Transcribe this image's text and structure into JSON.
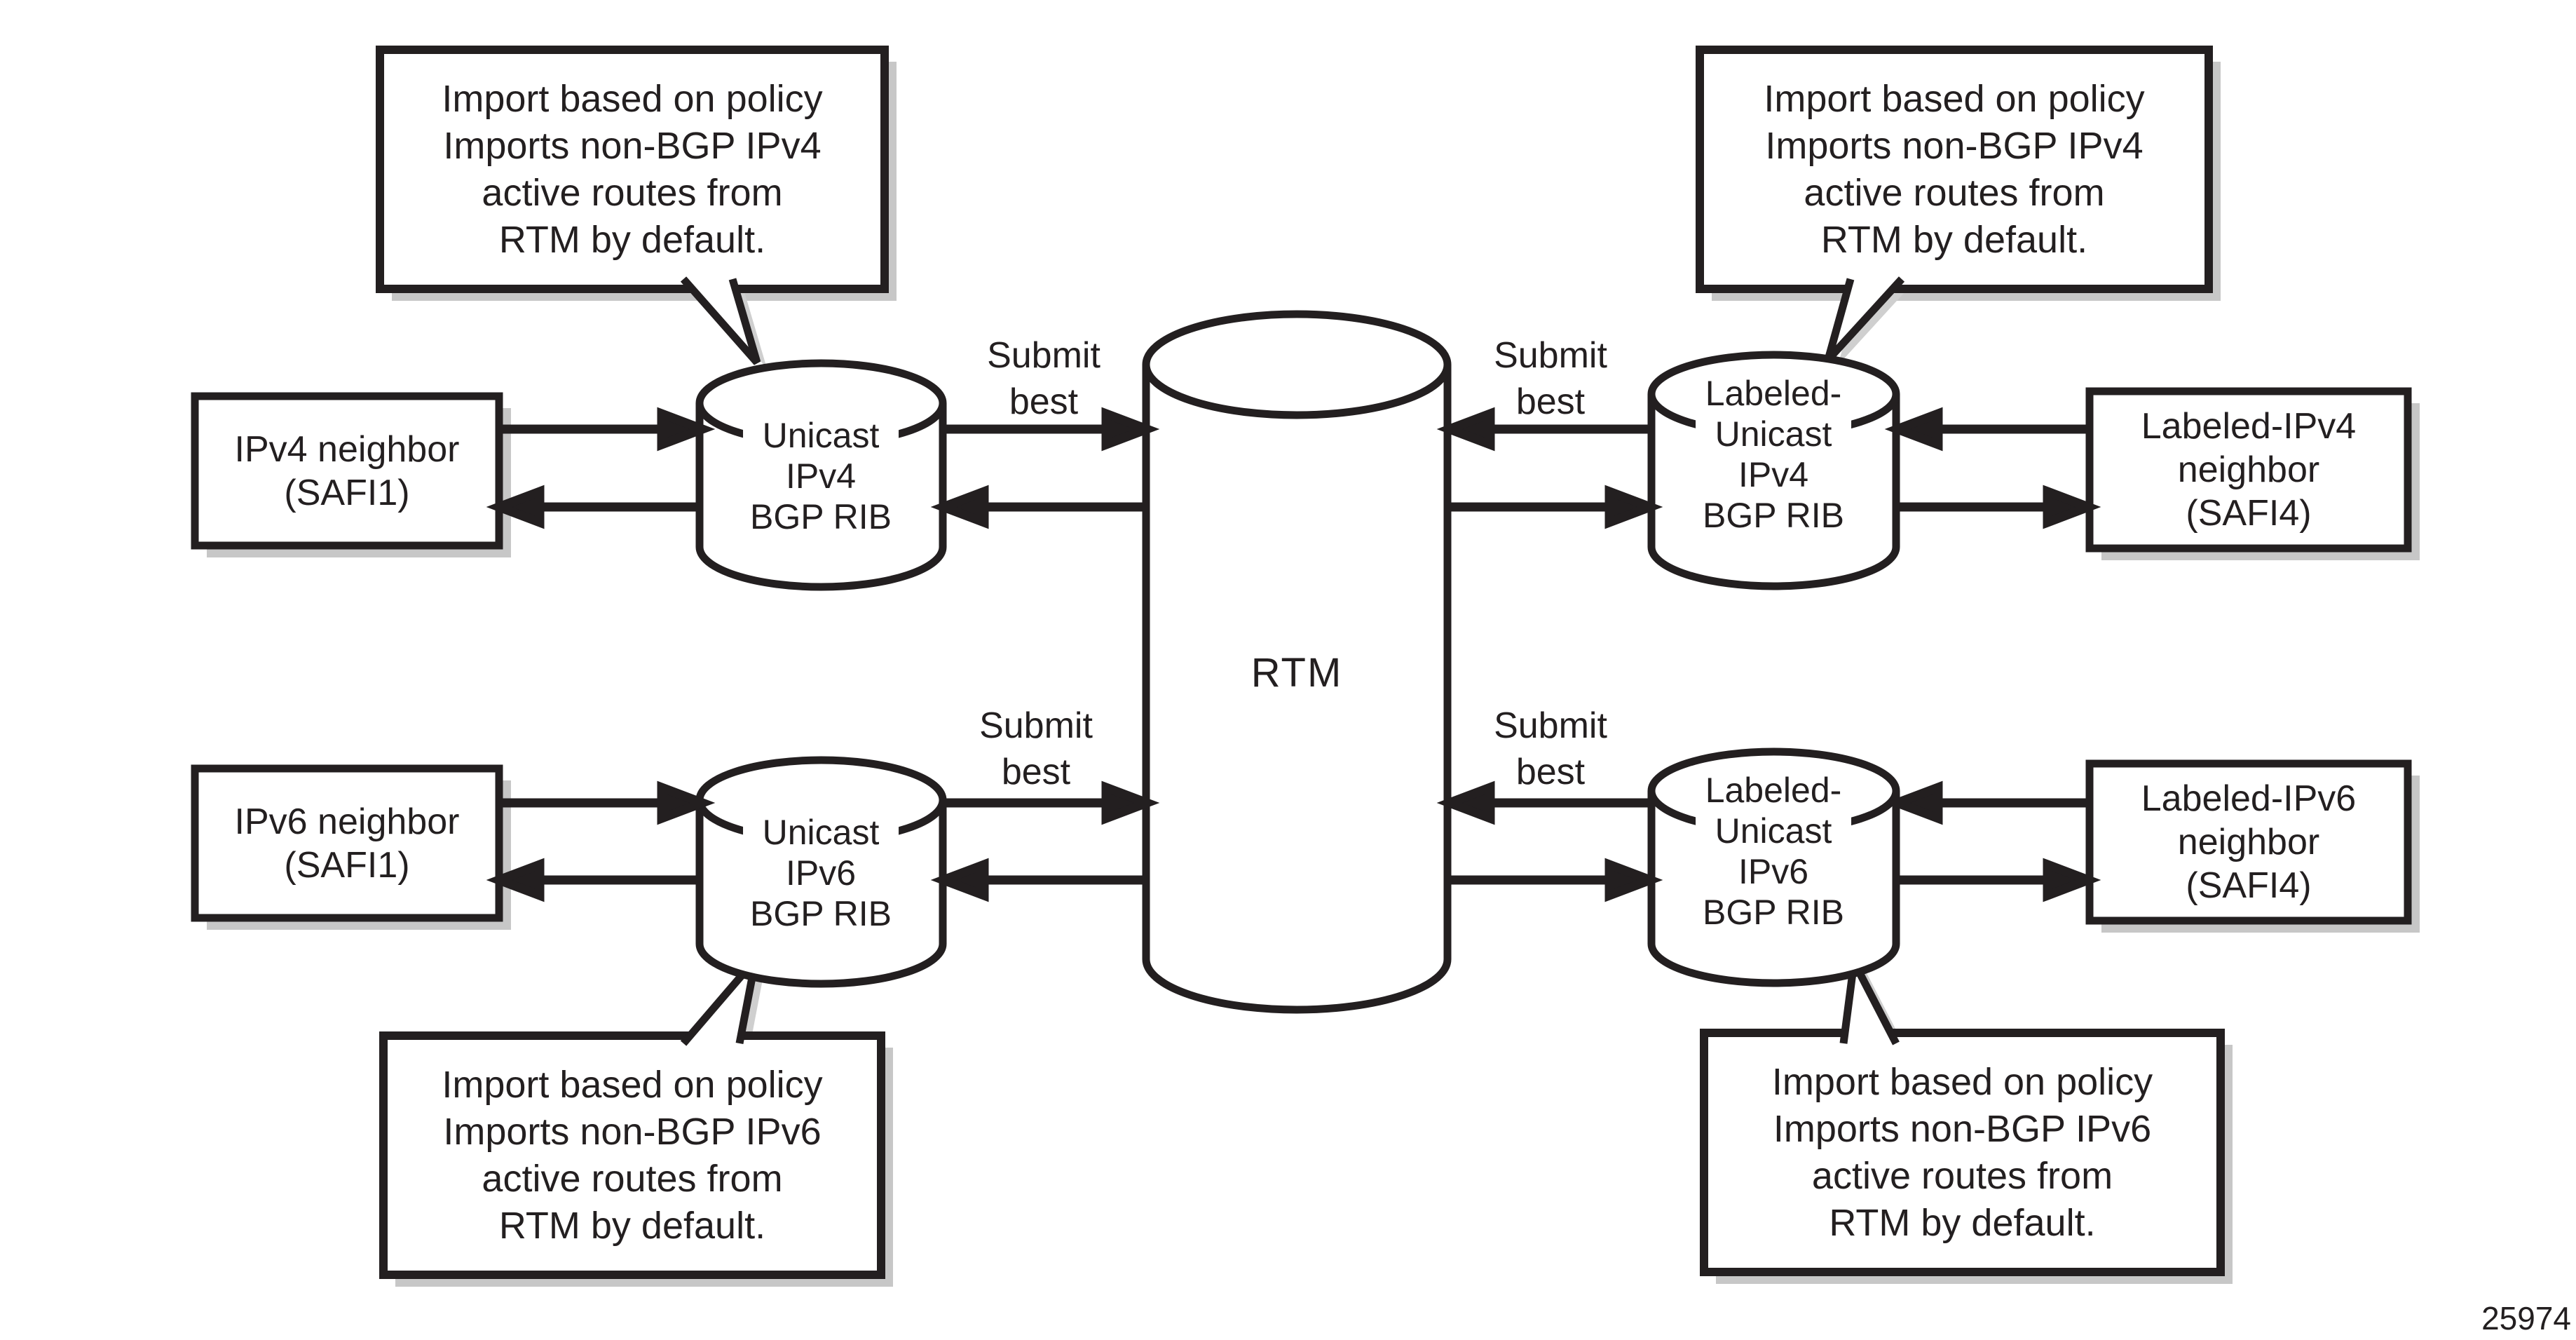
{
  "figure": {
    "number": "25974",
    "colors": {
      "ink": "#231f20",
      "shadow": "#c7c7c7",
      "tail_shadow": "#cfcfcf",
      "background": "#ffffff"
    }
  },
  "callouts": {
    "top_left": "Import based on policy\nImports non-BGP IPv4\nactive routes from\nRTM by default.",
    "top_right": "Import based on policy\nImports non-BGP IPv4\nactive routes from\nRTM by default.",
    "bottom_left": "Import based on policy\nImports non-BGP IPv6\nactive routes from\nRTM by default.",
    "bottom_right": "Import based on policy\nImports non-BGP IPv6\nactive routes from\nRTM by default."
  },
  "neighbors": {
    "ipv4": "IPv4 neighbor\n(SAFI1)",
    "ipv6": "IPv6 neighbor\n(SAFI1)",
    "labeled_ipv4": "Labeled-IPv4\nneighbor\n(SAFI4)",
    "labeled_ipv6": "Labeled-IPv6\nneighbor\n(SAFI4)"
  },
  "ribs": {
    "unicast_ipv4": "Unicast\nIPv4\nBGP RIB",
    "unicast_ipv6": "Unicast\nIPv6\nBGP RIB",
    "labeled_unicast_ipv4": "Labeled-\nUnicast\nIPv4\nBGP RIB",
    "labeled_unicast_ipv6": "Labeled-\nUnicast\nIPv6\nBGP RIB",
    "rtm": "RTM"
  },
  "labels": {
    "submit_best": "Submit\nbest"
  }
}
